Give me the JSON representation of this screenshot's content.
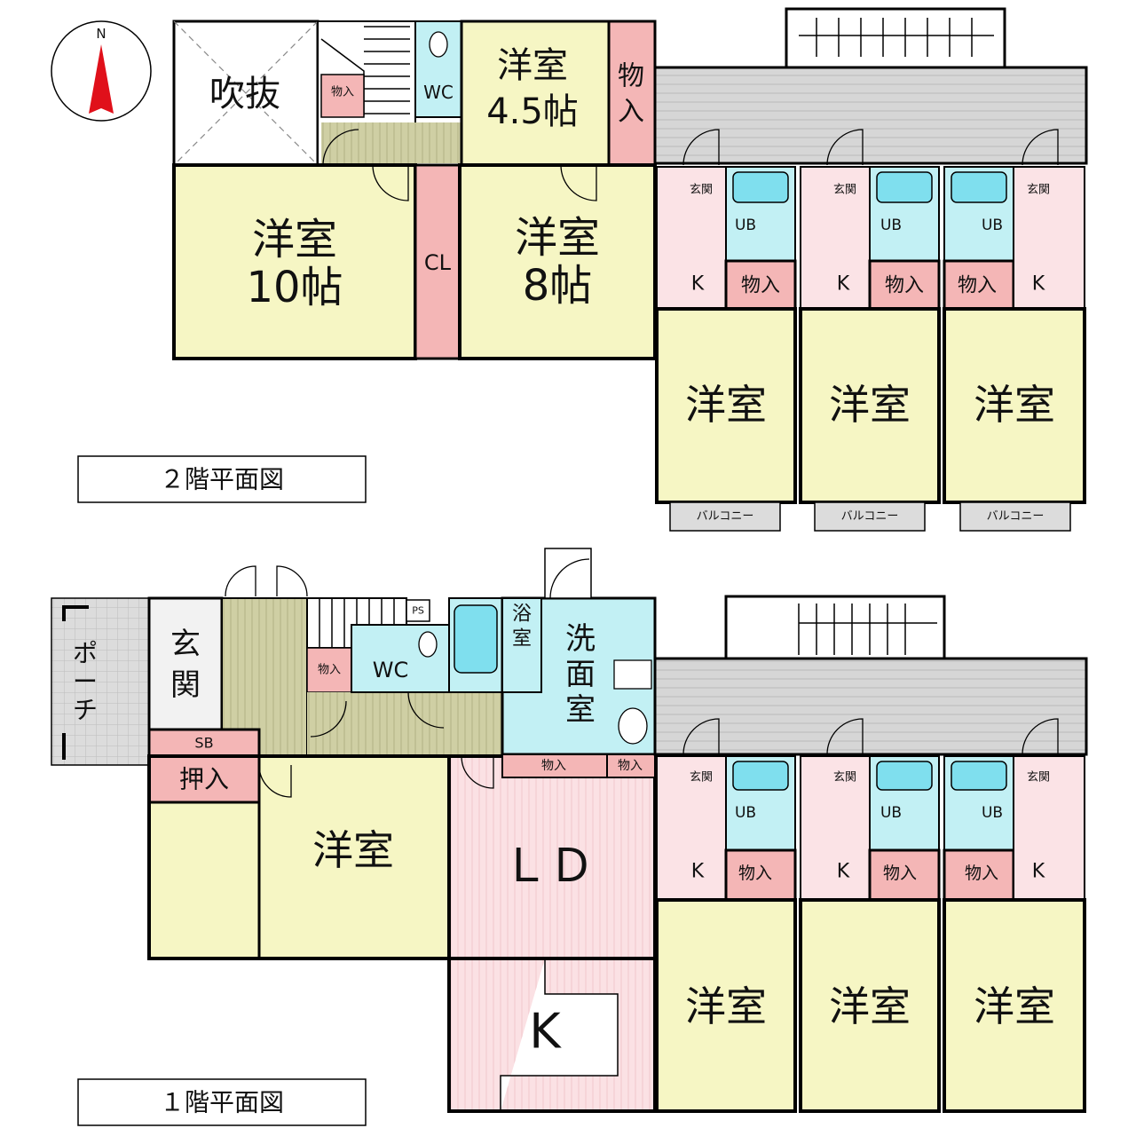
{
  "compass": {
    "north_label": "N"
  },
  "floor2": {
    "title": "２階平面図",
    "owner": {
      "fukinuke": "吹抜",
      "storage_small": "物入",
      "wc": "WC",
      "room45": [
        "洋室",
        "4.5帖"
      ],
      "storage_side": [
        "物",
        "入"
      ],
      "room10": [
        "洋室",
        "10帖"
      ],
      "closet": "CL",
      "room8": [
        "洋室",
        "8帖"
      ]
    },
    "units": [
      {
        "genkan": "玄関",
        "ub": "UB",
        "kitchen": "K",
        "storage": "物入",
        "room": "洋室",
        "balcony": "バルコニー"
      },
      {
        "genkan": "玄関",
        "ub": "UB",
        "kitchen": "K",
        "storage": "物入",
        "room": "洋室",
        "balcony": "バルコニー"
      },
      {
        "genkan": "玄関",
        "ub": "UB",
        "kitchen": "K",
        "storage": "物入",
        "room": "洋室",
        "balcony": "バルコニー"
      }
    ]
  },
  "floor1": {
    "title": "１階平面図",
    "owner": {
      "porch": [
        "ポ",
        "ー",
        "チ"
      ],
      "genkan": [
        "玄",
        "関"
      ],
      "storage_stair": "物入",
      "ps": "PS",
      "wc": "WC",
      "bath": [
        "浴",
        "室"
      ],
      "washroom": [
        "洗",
        "面",
        "室"
      ],
      "sb": "SB",
      "oshiire": "押入",
      "storage_a": "物入",
      "storage_b": "物入",
      "room": "洋室",
      "ld": "ＬＤ",
      "kitchen": "K"
    },
    "units": [
      {
        "genkan": "玄関",
        "ub": "UB",
        "kitchen": "K",
        "storage": "物入",
        "room": "洋室"
      },
      {
        "genkan": "玄関",
        "ub": "UB",
        "kitchen": "K",
        "storage": "物入",
        "room": "洋室"
      },
      {
        "genkan": "玄関",
        "ub": "UB",
        "kitchen": "K",
        "storage": "物入",
        "room": "洋室"
      }
    ]
  },
  "colors": {
    "room": "#f6f6c4",
    "storage": "#f4b6b6",
    "wet": "#c2f0f4",
    "tub": "#7fdfee",
    "entry": "#fbe3e6",
    "corridor": "#d3d3d3",
    "hall": "#cfcfa4",
    "ld": "#fbe1e4"
  }
}
